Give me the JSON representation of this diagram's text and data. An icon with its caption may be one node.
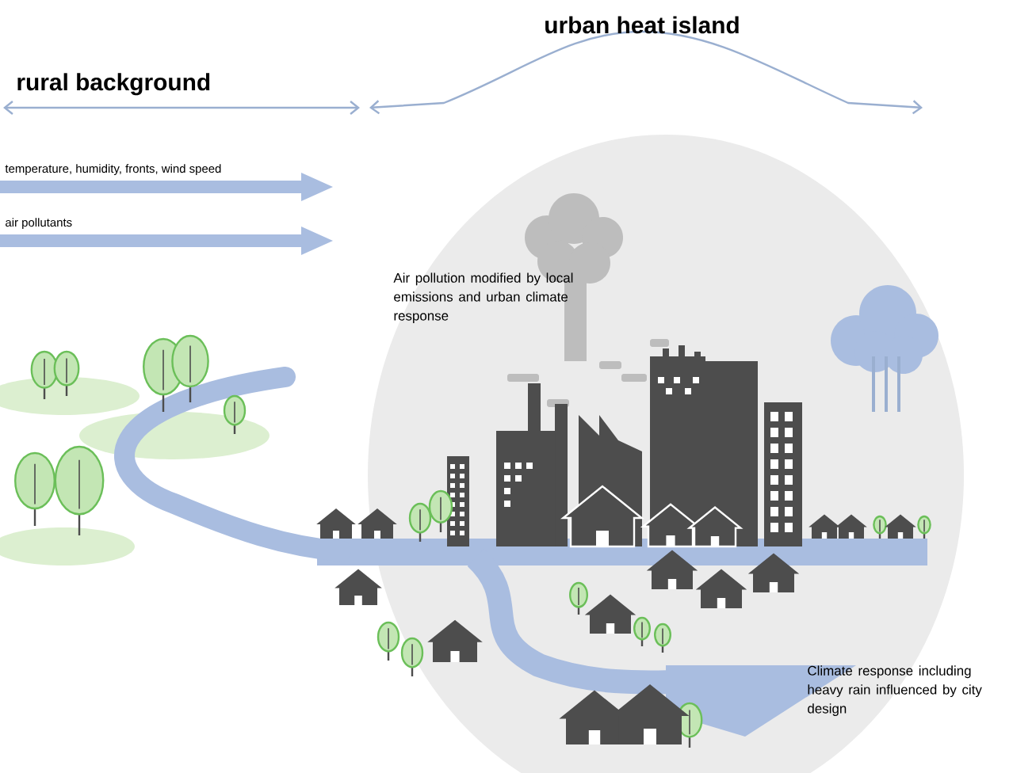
{
  "diagram": {
    "labels": [
      "urban heat island",
      "rural background",
      "temperature, humidity, fronts, wind speed",
      "air pollutants",
      "Air pollution modified by local emissions and urban climate response",
      "Climate response including heavy rain influenced by city design"
    ]
  }
}
